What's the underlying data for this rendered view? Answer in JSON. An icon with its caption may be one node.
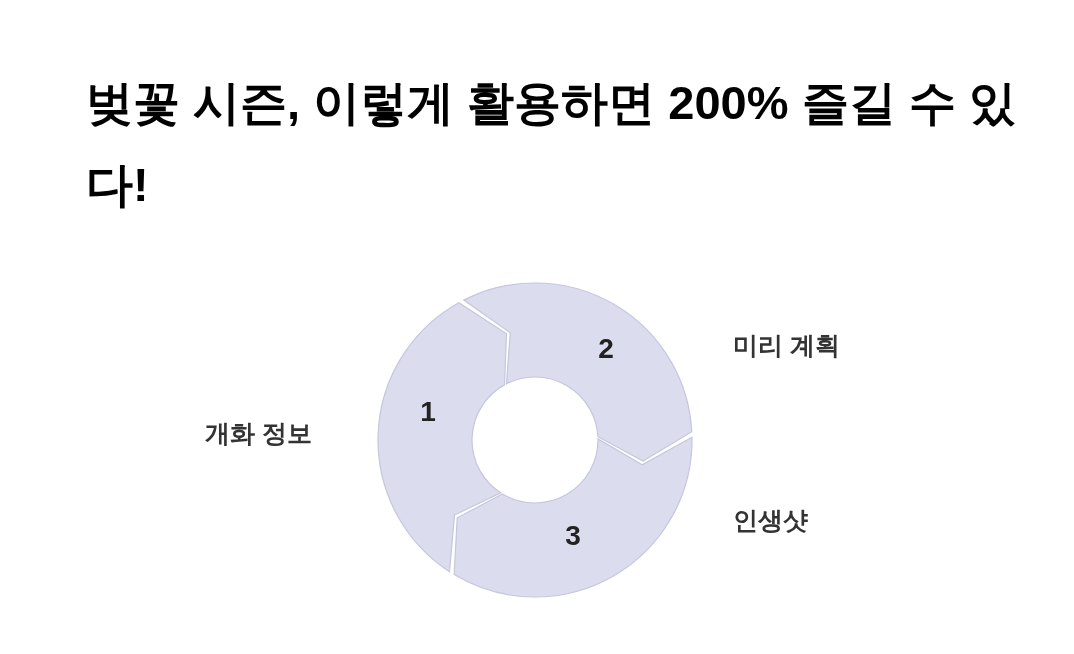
{
  "diagram": {
    "title": "벚꽃 시즌, 이렇게 활용하면 200% 즐길 수 있다!",
    "nodes": [
      {
        "text": [
          "1"
        ],
        "beside": [
          "개화 정보"
        ]
      },
      {
        "text": [
          "2"
        ],
        "beside": [
          "미리 계획"
        ]
      },
      {
        "text": [
          "3"
        ],
        "beside": [
          "인생샷"
        ]
      }
    ]
  }
}
